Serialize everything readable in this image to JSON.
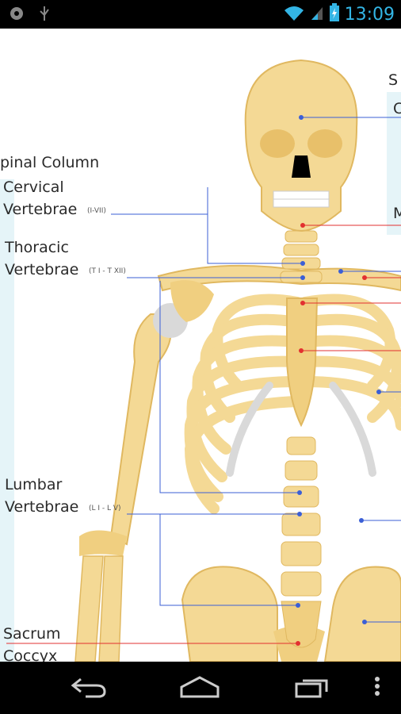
{
  "status_bar": {
    "time": "13:09",
    "icons": [
      "android-debug-icon",
      "usb-icon",
      "wifi-icon",
      "signal-icon",
      "battery-charging-icon"
    ]
  },
  "diagram": {
    "labels": {
      "spinal_column": "pinal Column",
      "cervical_line1": "Cervical",
      "cervical_line2": "Vertebrae",
      "cervical_range": "(I-VII)",
      "thoracic_line1": "Thoracic",
      "thoracic_line2": "Vertebrae",
      "thoracic_range": "(T I - T XII)",
      "lumbar_line1": "Lumbar",
      "lumbar_line2": "Vertebrae",
      "lumbar_range": "(L I - L V)",
      "sacrum": "Sacrum",
      "coccyx": "Coccyx",
      "right_partial_s": "S",
      "right_partial_c": "C",
      "right_partial_m": "M"
    },
    "colors": {
      "bone": "#f4d995",
      "bone_shadow": "#e8c06a",
      "cartilage": "#d9d9d9",
      "blue_line": "#3b5fd6",
      "red_line": "#e23030",
      "side_band": "#e5f4f8"
    }
  },
  "nav_bar": {
    "buttons": [
      "back",
      "home",
      "recent-apps",
      "menu"
    ]
  }
}
